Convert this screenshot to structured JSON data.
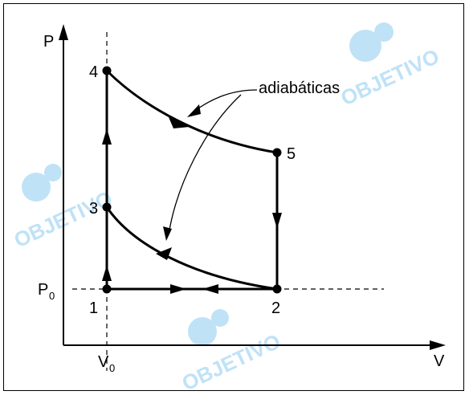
{
  "watermark": {
    "text": "OBJETIVO",
    "color": "#bfe2f7"
  },
  "axes": {
    "pressure": {
      "letter": "P"
    },
    "volume": {
      "letter": "V"
    },
    "p_zero": {
      "main": "P",
      "sub": "0"
    },
    "v_zero": {
      "main": "V",
      "sub": "0"
    }
  },
  "points": [
    "1",
    "2",
    "3",
    "4",
    "5"
  ],
  "annotation": "adiabáticas",
  "colors": {
    "line": "#000000"
  }
}
